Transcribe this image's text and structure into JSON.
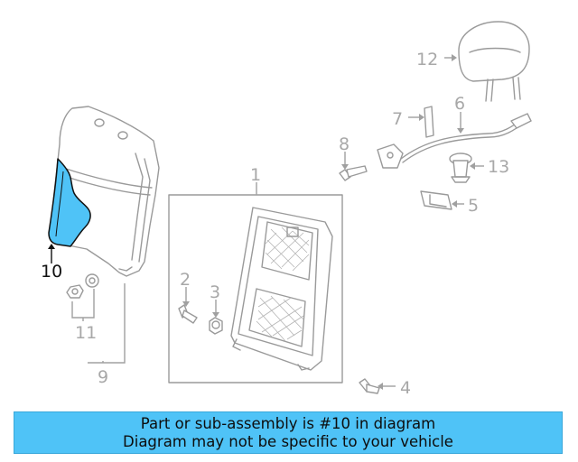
{
  "diagram": {
    "callouts": [
      "1",
      "2",
      "3",
      "4",
      "5",
      "6",
      "7",
      "8",
      "9",
      "10",
      "11",
      "12",
      "13"
    ],
    "highlighted_callout": "10",
    "highlight_color": "#4fc3f7",
    "line_color": "#9a9a9a"
  },
  "banner": {
    "line1": "Part or sub-assembly is #10 in diagram",
    "line2": "Diagram may not be specific to your vehicle",
    "background": "#4fc3f7"
  }
}
